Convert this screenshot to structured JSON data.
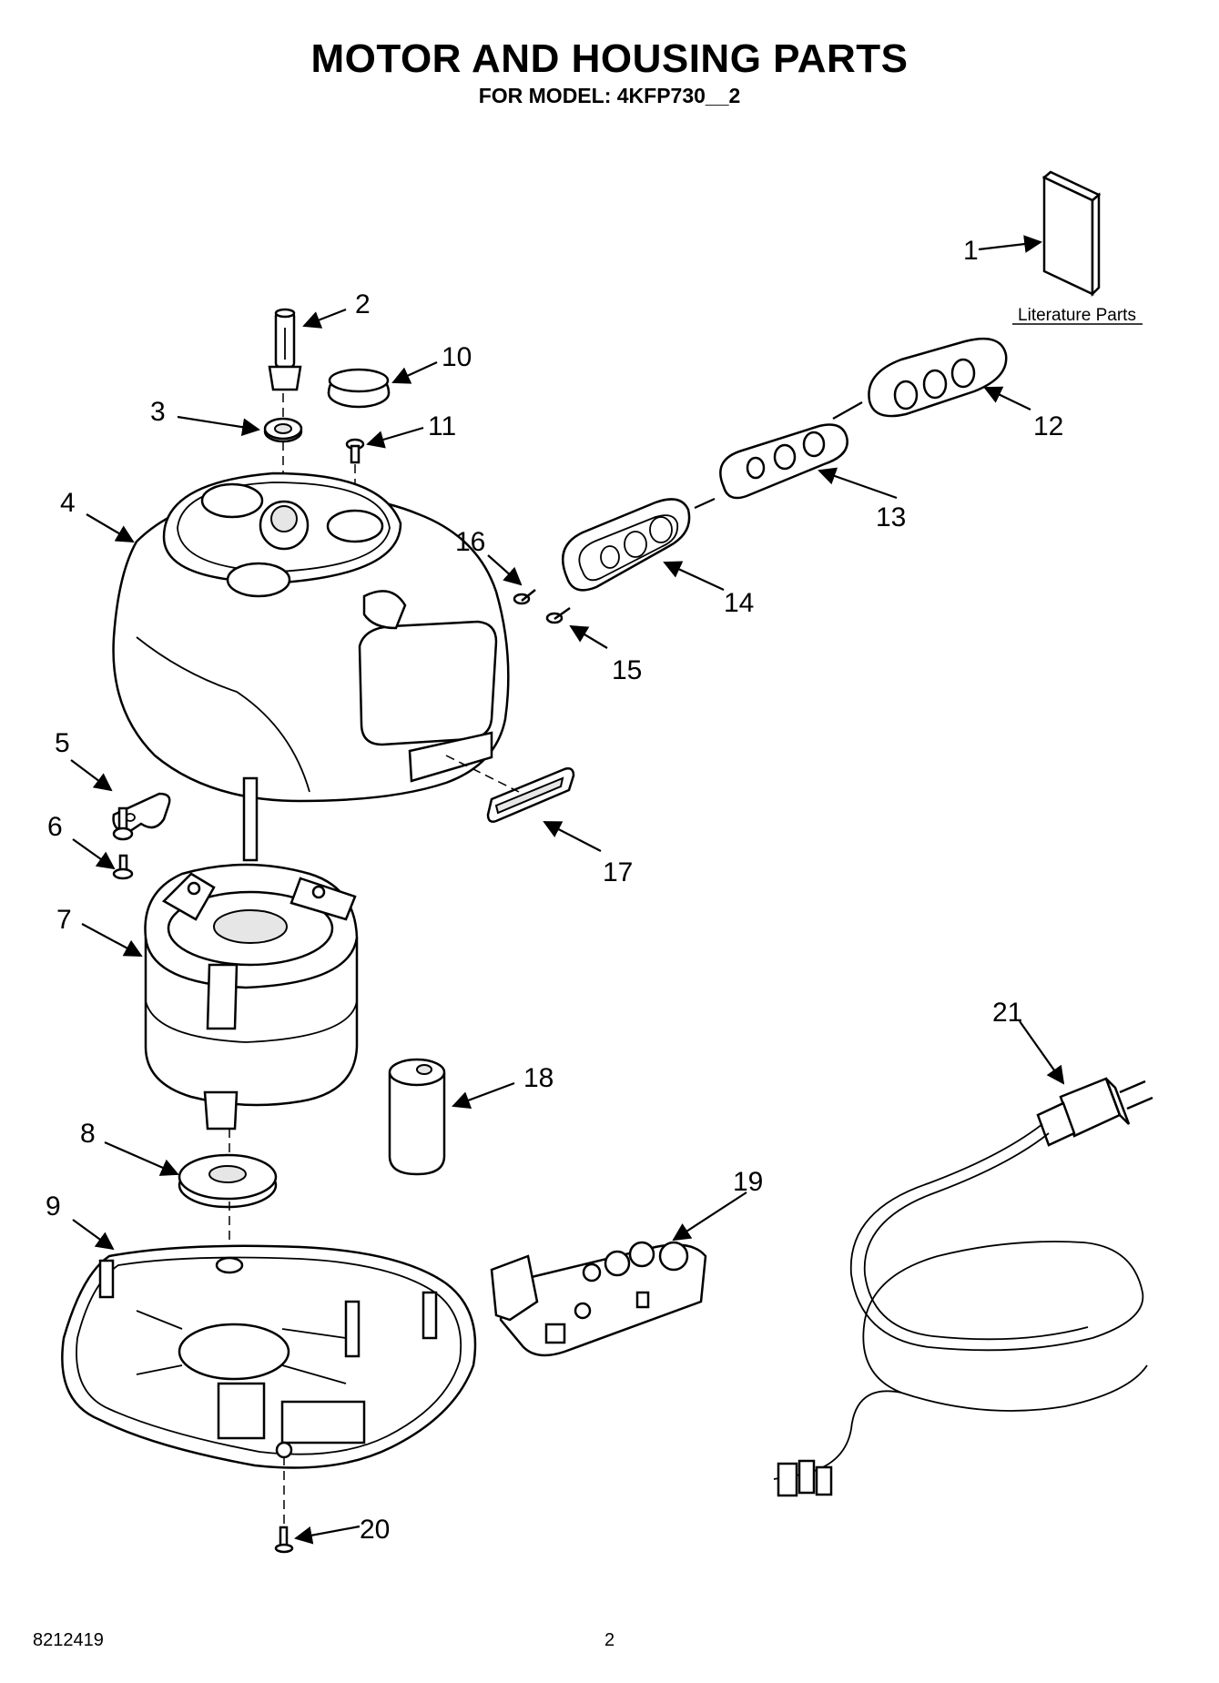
{
  "header": {
    "title": "MOTOR AND HOUSING PARTS",
    "subtitle": "FOR MODEL: 4KFP730__2"
  },
  "literature_label": "Literature Parts",
  "callouts": [
    "1",
    "2",
    "3",
    "4",
    "5",
    "6",
    "7",
    "8",
    "9",
    "10",
    "11",
    "12",
    "13",
    "14",
    "15",
    "16",
    "17",
    "18",
    "19",
    "20",
    "21"
  ],
  "footer": {
    "doc_number": "8212419",
    "page_number": "2"
  }
}
